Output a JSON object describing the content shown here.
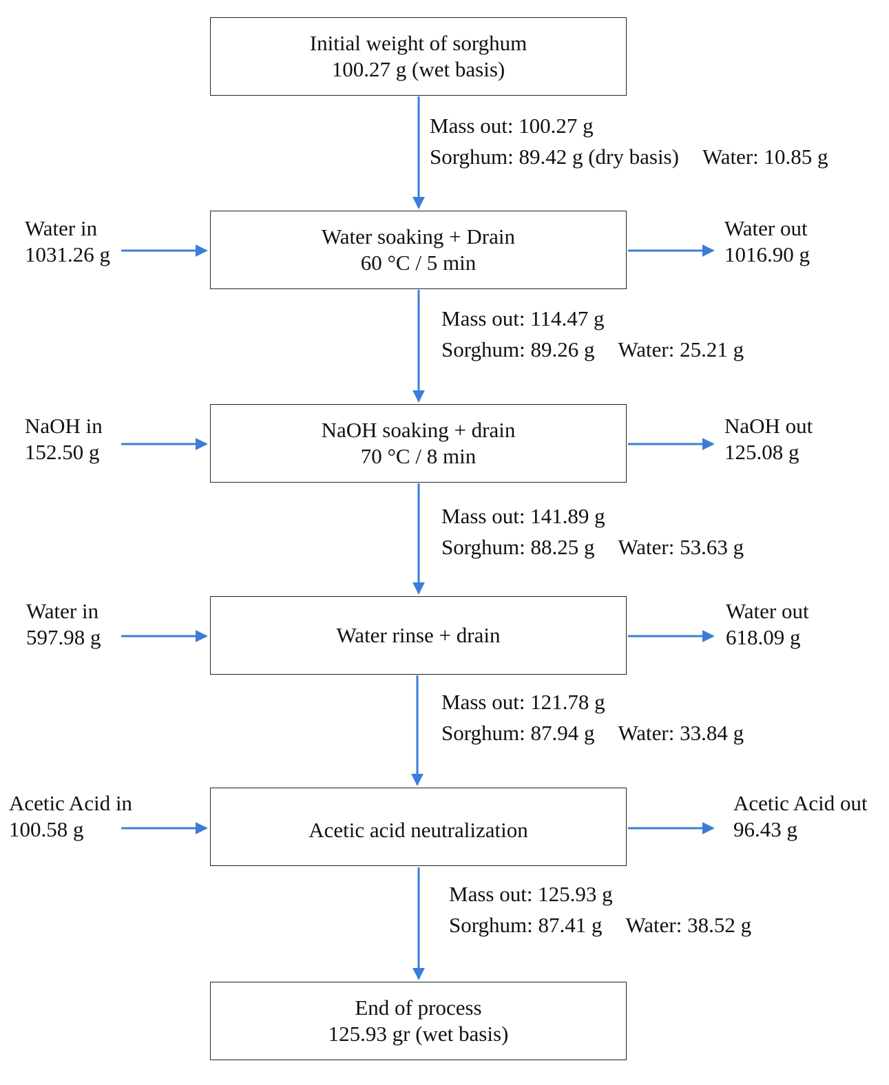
{
  "boxes": [
    {
      "line1": "Initial weight of sorghum",
      "line2": "100.27 g (wet basis)"
    },
    {
      "line1": "Water soaking + Drain",
      "line2": "60 °C / 5 min"
    },
    {
      "line1": "NaOH soaking + drain",
      "line2": "70 °C / 8 min"
    },
    {
      "line1": "Water rinse + drain",
      "line2": ""
    },
    {
      "line1": "Acetic acid neutralization",
      "line2": ""
    },
    {
      "line1": "End of process",
      "line2": "125.93 gr (wet basis)"
    }
  ],
  "flows": [
    {
      "mass_out": "Mass out:  100.27 g",
      "sorghum": "Sorghum:  89.42 g (dry basis)",
      "water": "Water: 10.85 g"
    },
    {
      "mass_out": "Mass out:  114.47 g",
      "sorghum": "Sorghum:  89.26 g",
      "water": "Water: 25.21 g"
    },
    {
      "mass_out": "Mass out:  141.89 g",
      "sorghum": "Sorghum:  88.25 g",
      "water": "Water: 53.63 g"
    },
    {
      "mass_out": "Mass out:  121.78 g",
      "sorghum": "Sorghum:  87.94 g",
      "water": "Water: 33.84 g"
    },
    {
      "mass_out": "Mass out:  125.93 g",
      "sorghum": "Sorghum:  87.41 g",
      "water": "Water: 38.52 g"
    }
  ],
  "inputs": [
    {
      "label": "Water in",
      "value": "1031.26 g"
    },
    {
      "label": "NaOH in",
      "value": "152.50 g"
    },
    {
      "label": "Water in",
      "value": "597.98 g"
    },
    {
      "label": "Acetic Acid in",
      "value": "100.58 g"
    }
  ],
  "outputs": [
    {
      "label": "Water out",
      "value": "1016.90 g"
    },
    {
      "label": "NaOH out",
      "value": "125.08 g"
    },
    {
      "label": "Water out",
      "value": "618.09 g"
    },
    {
      "label": "Acetic Acid out",
      "value": "96.43 g"
    }
  ],
  "colors": {
    "arrow": "#3b7dd8",
    "border": "#222222",
    "text": "#111111"
  }
}
